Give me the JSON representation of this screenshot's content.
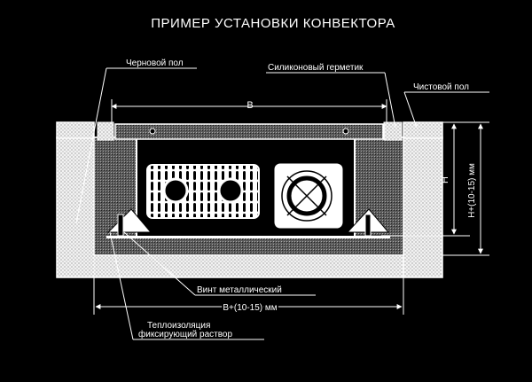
{
  "title": "ПРИМЕР УСТАНОВКИ КОНВЕКТОРА",
  "labels": {
    "rough_floor": "Черновой пол",
    "silicone_sealant": "Силиконовый герметик",
    "finish_floor": "Чистовой пол",
    "width_b": "B",
    "height_h": "H",
    "height_total": "H+(10-15) мм",
    "width_total": "B+(10-15) мм",
    "metal_screw": "Винт металлический",
    "fixing_mortar_line1": "Теплоизоляция",
    "fixing_mortar_line2": "фиксирующий раствор"
  },
  "colors": {
    "background": "#000000",
    "line": "#ffffff",
    "insulation": "#6a6a6a",
    "mortar": "#f0f0f0"
  }
}
